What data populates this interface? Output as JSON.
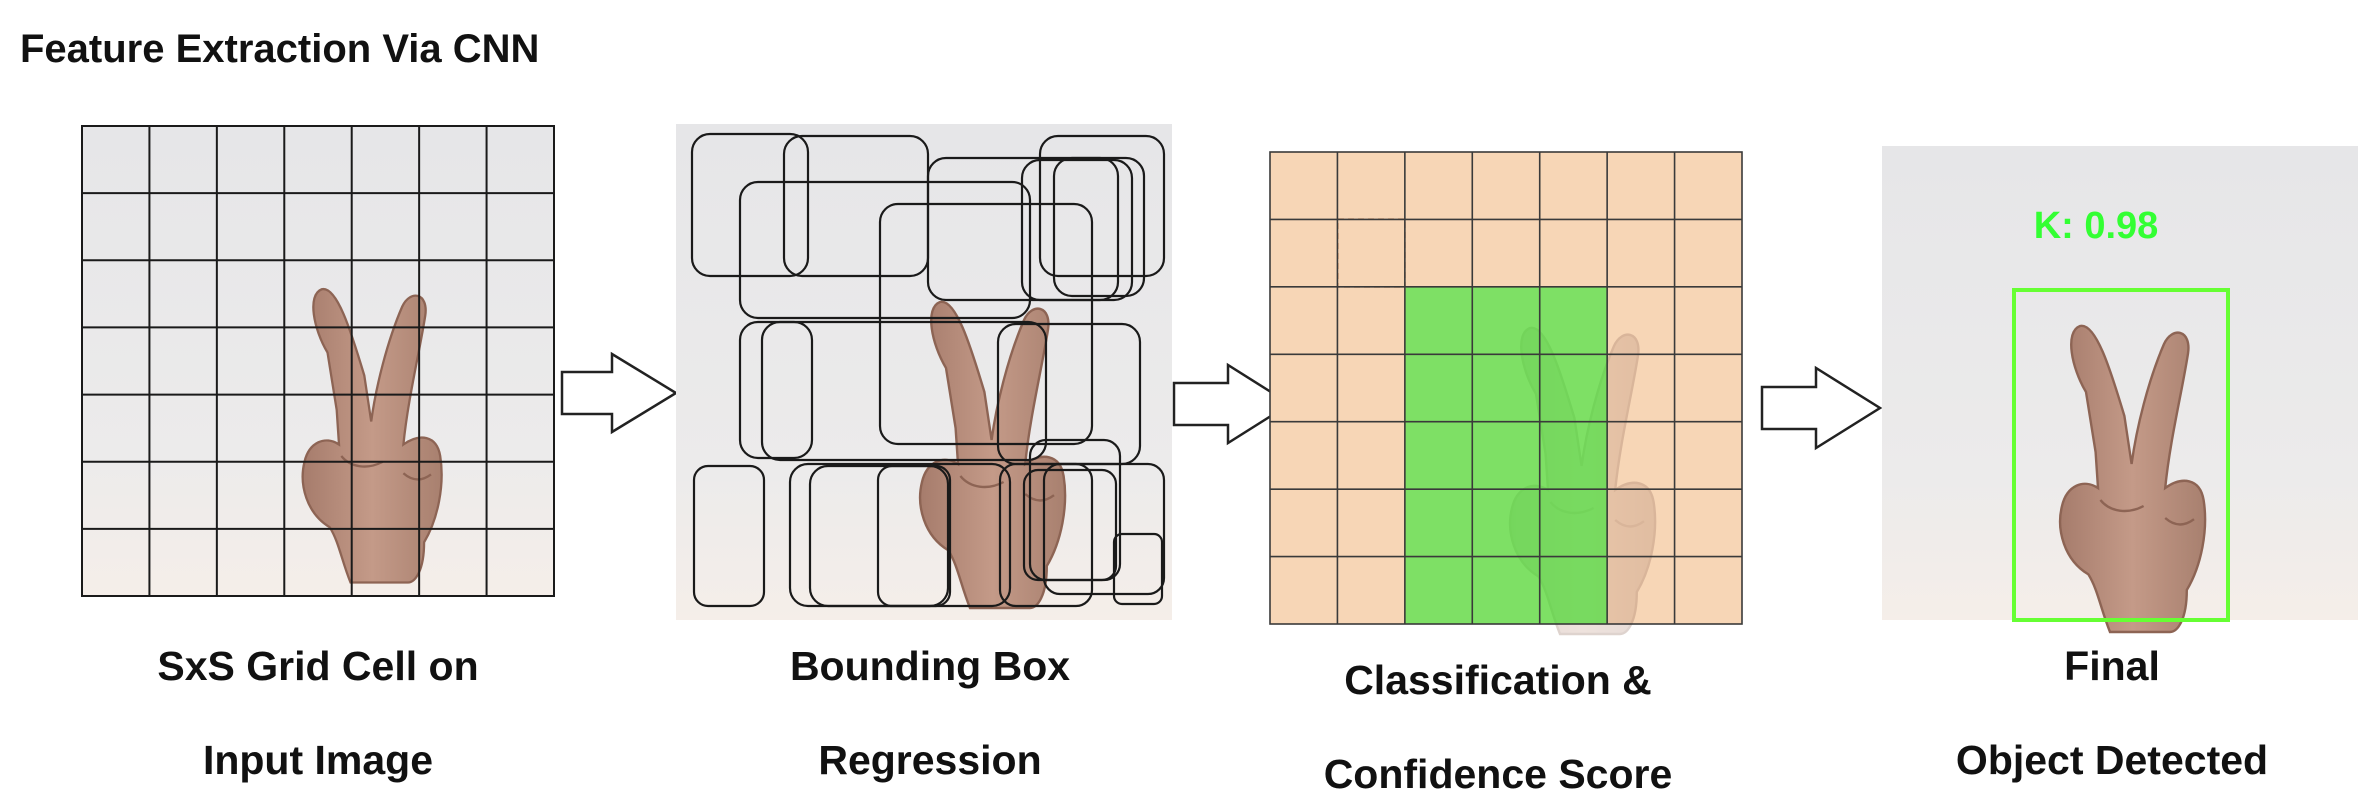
{
  "title": "Feature Extraction Via CNN",
  "grid": {
    "rows": 7,
    "cols": 7
  },
  "steps": [
    {
      "id": "grid",
      "caption": [
        "SxS Grid Cell on",
        "Input Image"
      ]
    },
    {
      "id": "bbox",
      "caption": [
        "Bounding Box",
        "Regression"
      ]
    },
    {
      "id": "classify",
      "caption": [
        "Classification &",
        "Confidence Score"
      ]
    },
    {
      "id": "final",
      "caption": [
        "Final",
        "Object Detected"
      ]
    }
  ],
  "detection": {
    "label": "K: 0.98"
  },
  "colors": {
    "grid_line": "#1a1a1a",
    "classify_fill": "#f7d6b6",
    "highlight": "#5ce65c",
    "detect_box": "#66ff33",
    "detect_text": "#33ff33",
    "sky_top": "#e9e9ea",
    "sky_bottom": "#f2ece8",
    "hand": "#b48a78",
    "hand_shadow": "#9b7262"
  }
}
